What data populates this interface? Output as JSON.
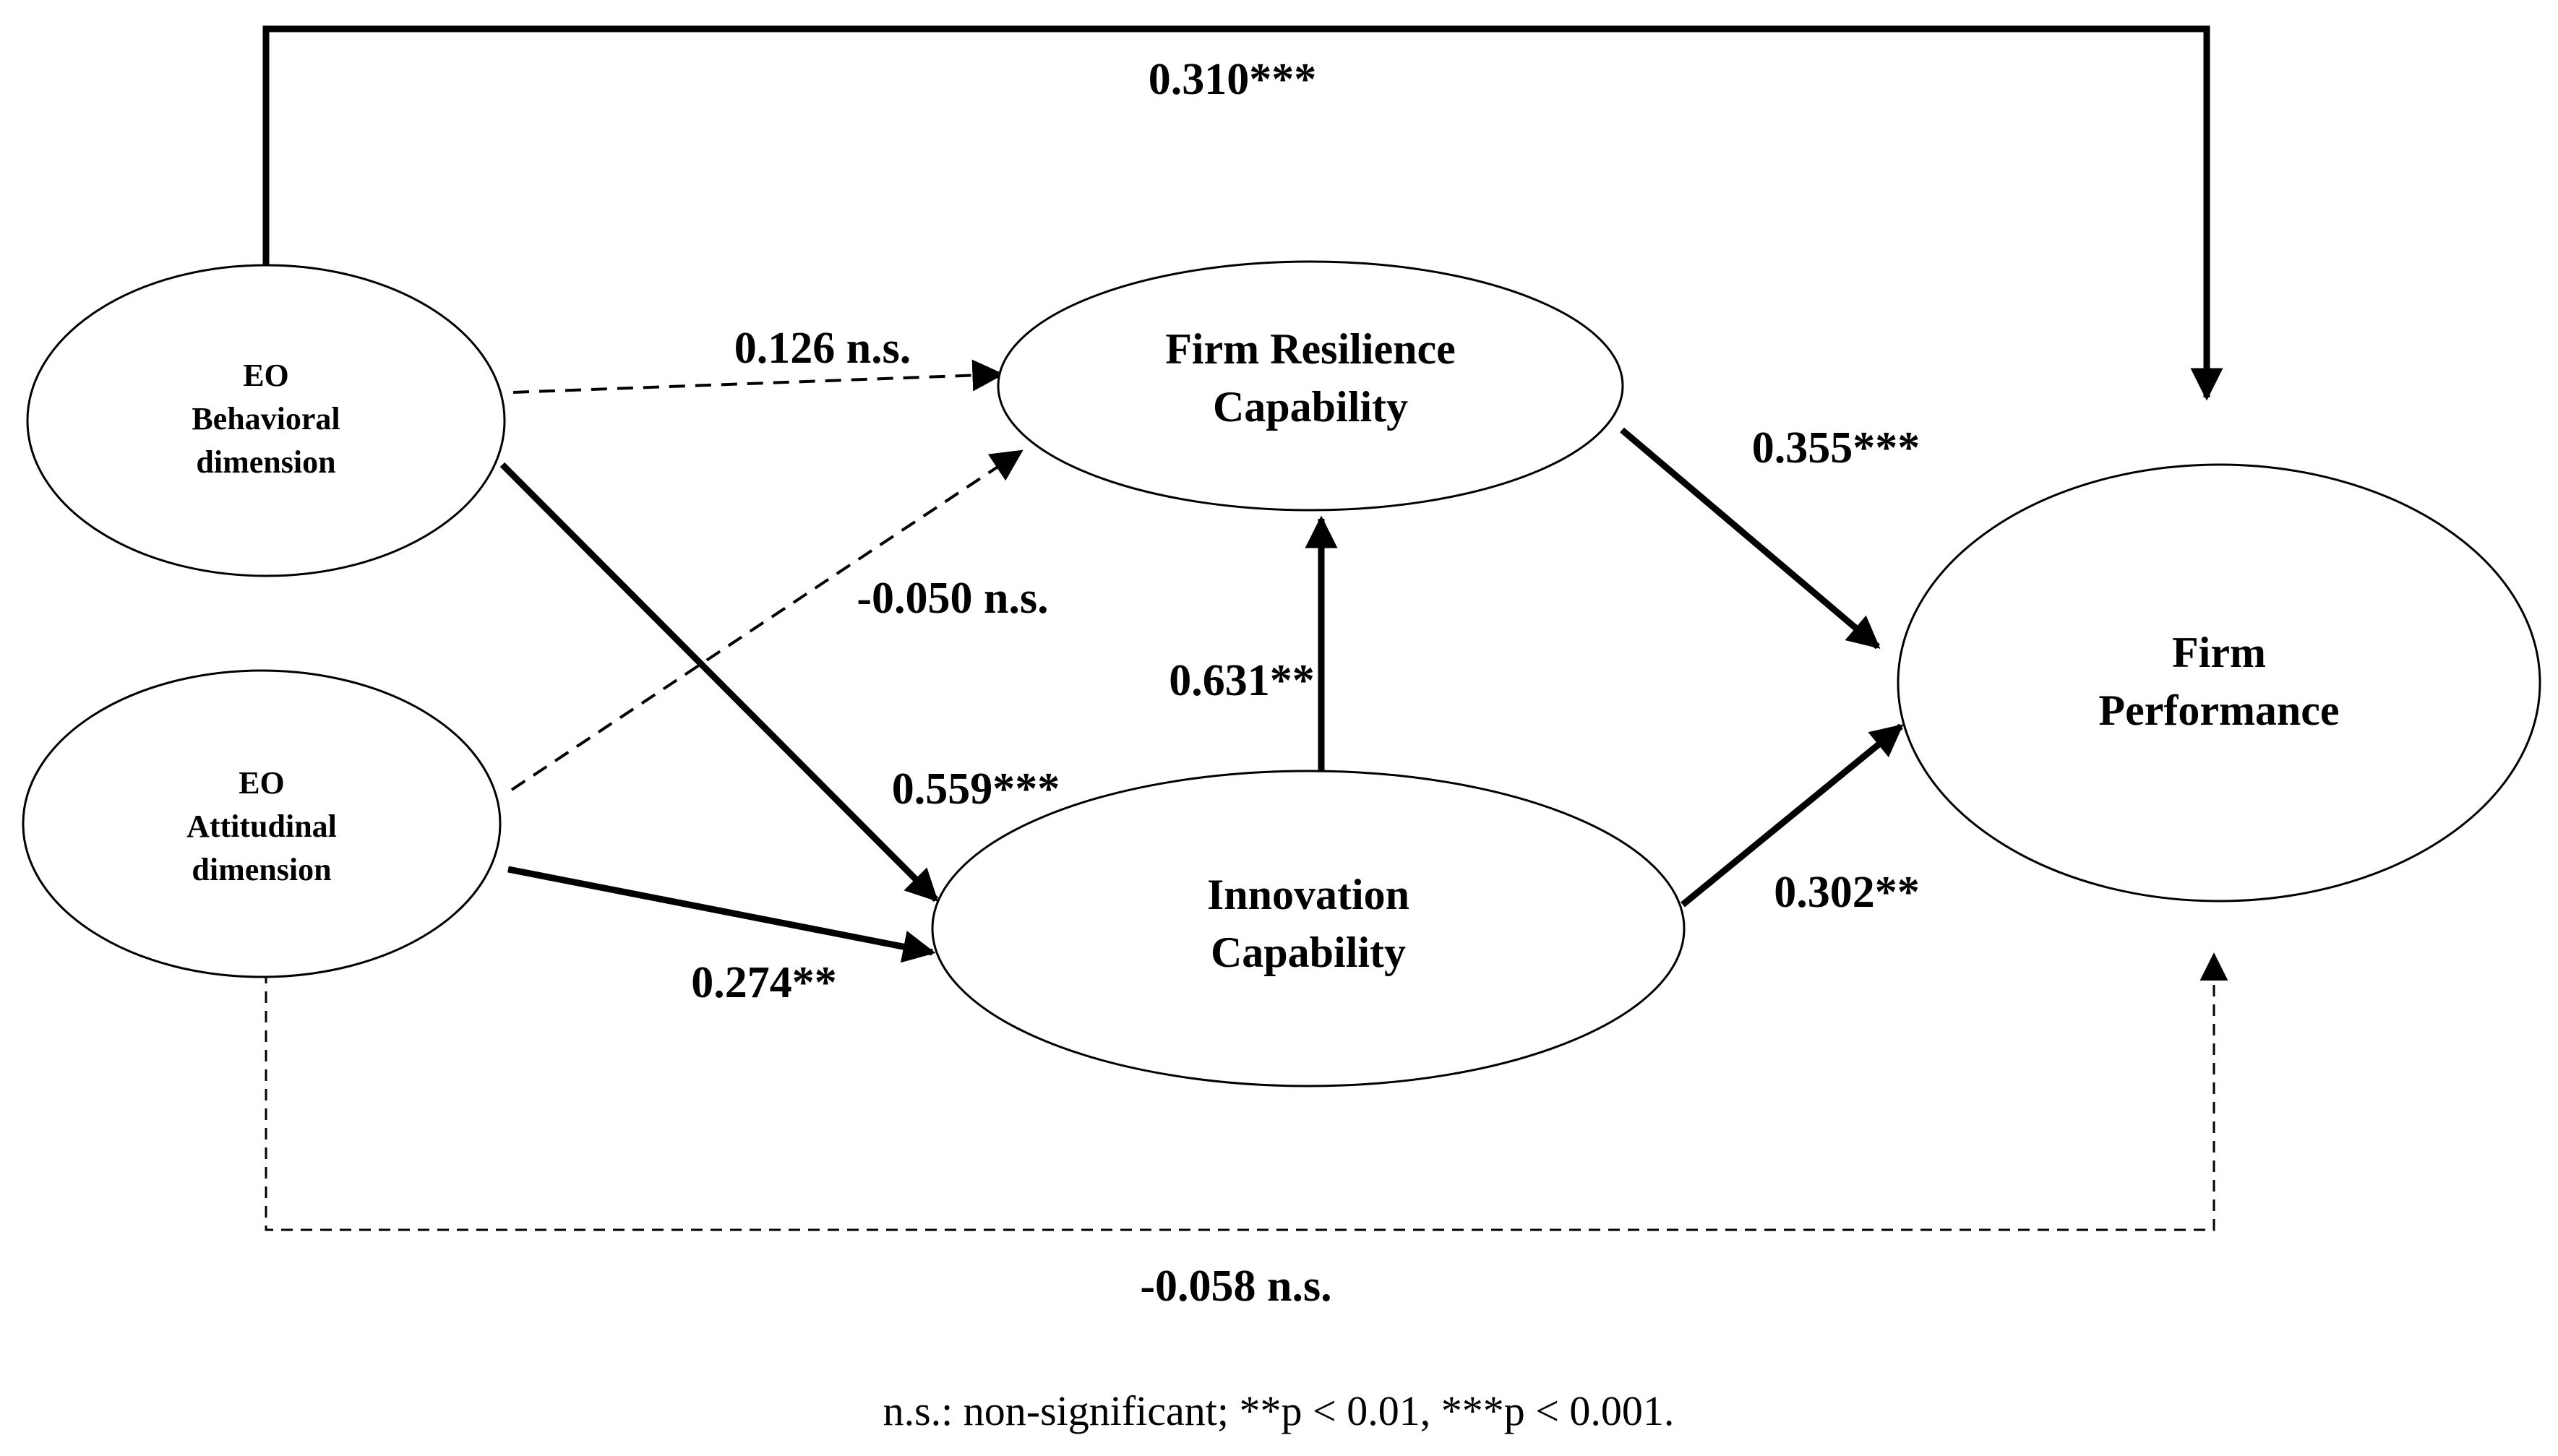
{
  "nodes": {
    "eo_behavioral": {
      "lines": [
        "EO",
        "Behavioral",
        "dimension"
      ]
    },
    "eo_attitudinal": {
      "lines": [
        "EO",
        "Attitudinal",
        "dimension"
      ]
    },
    "firm_resilience": {
      "lines": [
        "Firm Resilience",
        "Capability"
      ]
    },
    "innovation": {
      "lines": [
        "Innovation",
        "Capability"
      ]
    },
    "firm_performance": {
      "lines": [
        "Firm",
        "Performance"
      ]
    }
  },
  "paths": {
    "behavioral_to_performance": {
      "label": "0.310***",
      "style": "solid"
    },
    "behavioral_to_resilience": {
      "label": "0.126 n.s.",
      "style": "dashed"
    },
    "attitudinal_to_resilience": {
      "label": "-0.050 n.s.",
      "style": "dashed"
    },
    "behavioral_to_innovation": {
      "label": "0.559***",
      "style": "solid"
    },
    "attitudinal_to_innovation": {
      "label": "0.274**",
      "style": "solid"
    },
    "innovation_to_resilience": {
      "label": "0.631**",
      "style": "solid"
    },
    "resilience_to_performance": {
      "label": "0.355***",
      "style": "solid"
    },
    "innovation_to_performance": {
      "label": "0.302**",
      "style": "solid"
    },
    "attitudinal_to_performance": {
      "label": "-0.058 n.s.",
      "style": "dashed"
    }
  },
  "footnote": "n.s.: non-significant; **p < 0.01, ***p < 0.001."
}
